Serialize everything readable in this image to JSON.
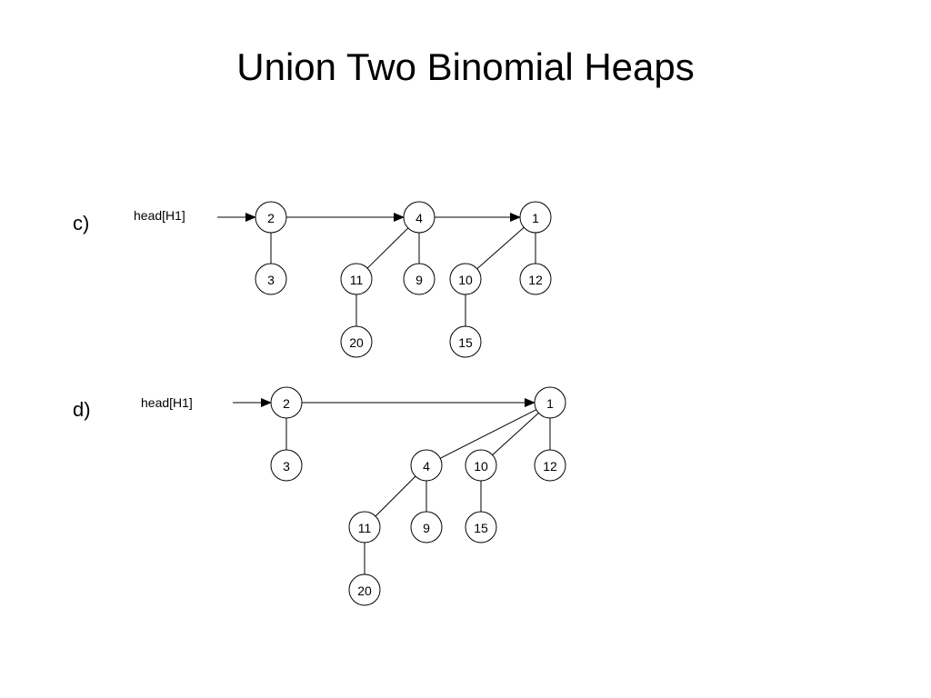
{
  "title": "Union Two Binomial Heaps",
  "parts": [
    {
      "label": "c)",
      "head_label": "head[H1]",
      "roots": [
        "2",
        "4",
        "1"
      ],
      "nodes": [
        "2",
        "3",
        "4",
        "11",
        "9",
        "20",
        "1",
        "10",
        "12",
        "15"
      ],
      "edges": [
        [
          "2",
          "3"
        ],
        [
          "4",
          "11"
        ],
        [
          "4",
          "9"
        ],
        [
          "11",
          "20"
        ],
        [
          "1",
          "10"
        ],
        [
          "1",
          "12"
        ],
        [
          "10",
          "15"
        ]
      ]
    },
    {
      "label": "d)",
      "head_label": "head[H1]",
      "roots": [
        "2",
        "1"
      ],
      "nodes": [
        "2",
        "3",
        "1",
        "4",
        "10",
        "12",
        "11",
        "9",
        "15",
        "20"
      ],
      "edges": [
        [
          "2",
          "3"
        ],
        [
          "1",
          "4"
        ],
        [
          "1",
          "10"
        ],
        [
          "1",
          "12"
        ],
        [
          "4",
          "11"
        ],
        [
          "4",
          "9"
        ],
        [
          "10",
          "15"
        ],
        [
          "11",
          "20"
        ]
      ]
    }
  ]
}
